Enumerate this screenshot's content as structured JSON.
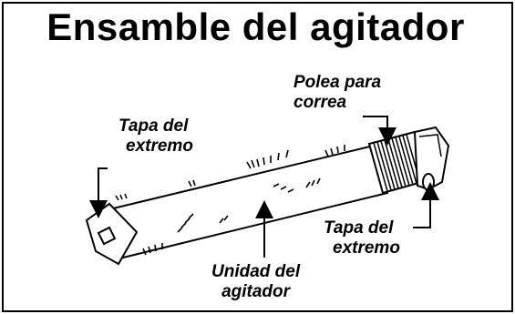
{
  "diagram": {
    "title": "Ensamble del agitador",
    "labels": {
      "end_cap_left": [
        "Tapa del",
        "extremo"
      ],
      "pulley": [
        "Polea para",
        "correa"
      ],
      "end_cap_right": [
        "Tapa del",
        "extremo"
      ],
      "agitator_unit": [
        "Unidad del",
        "agitador"
      ]
    },
    "parts": [
      "brush-roll",
      "end-cap",
      "belt-pulley",
      "bristle-tufts"
    ]
  }
}
